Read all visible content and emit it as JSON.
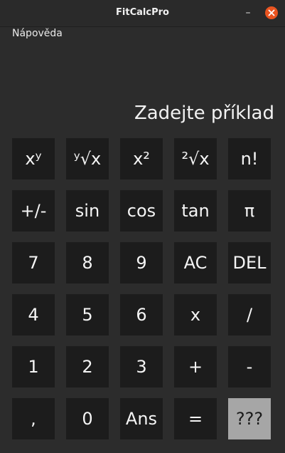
{
  "window": {
    "title": "FitCalcPro",
    "minimize_glyph": "–"
  },
  "menu": {
    "items": [
      "Nápověda"
    ]
  },
  "display": {
    "placeholder": "Zadejte příklad"
  },
  "keypad": {
    "rows": [
      [
        "xʸ",
        "ʸ√x",
        "x²",
        "²√x",
        "n!"
      ],
      [
        "+/-",
        "sin",
        "cos",
        "tan",
        "π"
      ],
      [
        "7",
        "8",
        "9",
        "AC",
        "DEL"
      ],
      [
        "4",
        "5",
        "6",
        "x",
        "/"
      ],
      [
        "1",
        "2",
        "3",
        "+",
        "-"
      ],
      [
        ",",
        "0",
        "Ans",
        "=",
        "???"
      ]
    ]
  },
  "colors": {
    "close_button": "#e95420",
    "key_background": "#1c1c1c",
    "highlight_key_background": "#a6a6a6"
  }
}
